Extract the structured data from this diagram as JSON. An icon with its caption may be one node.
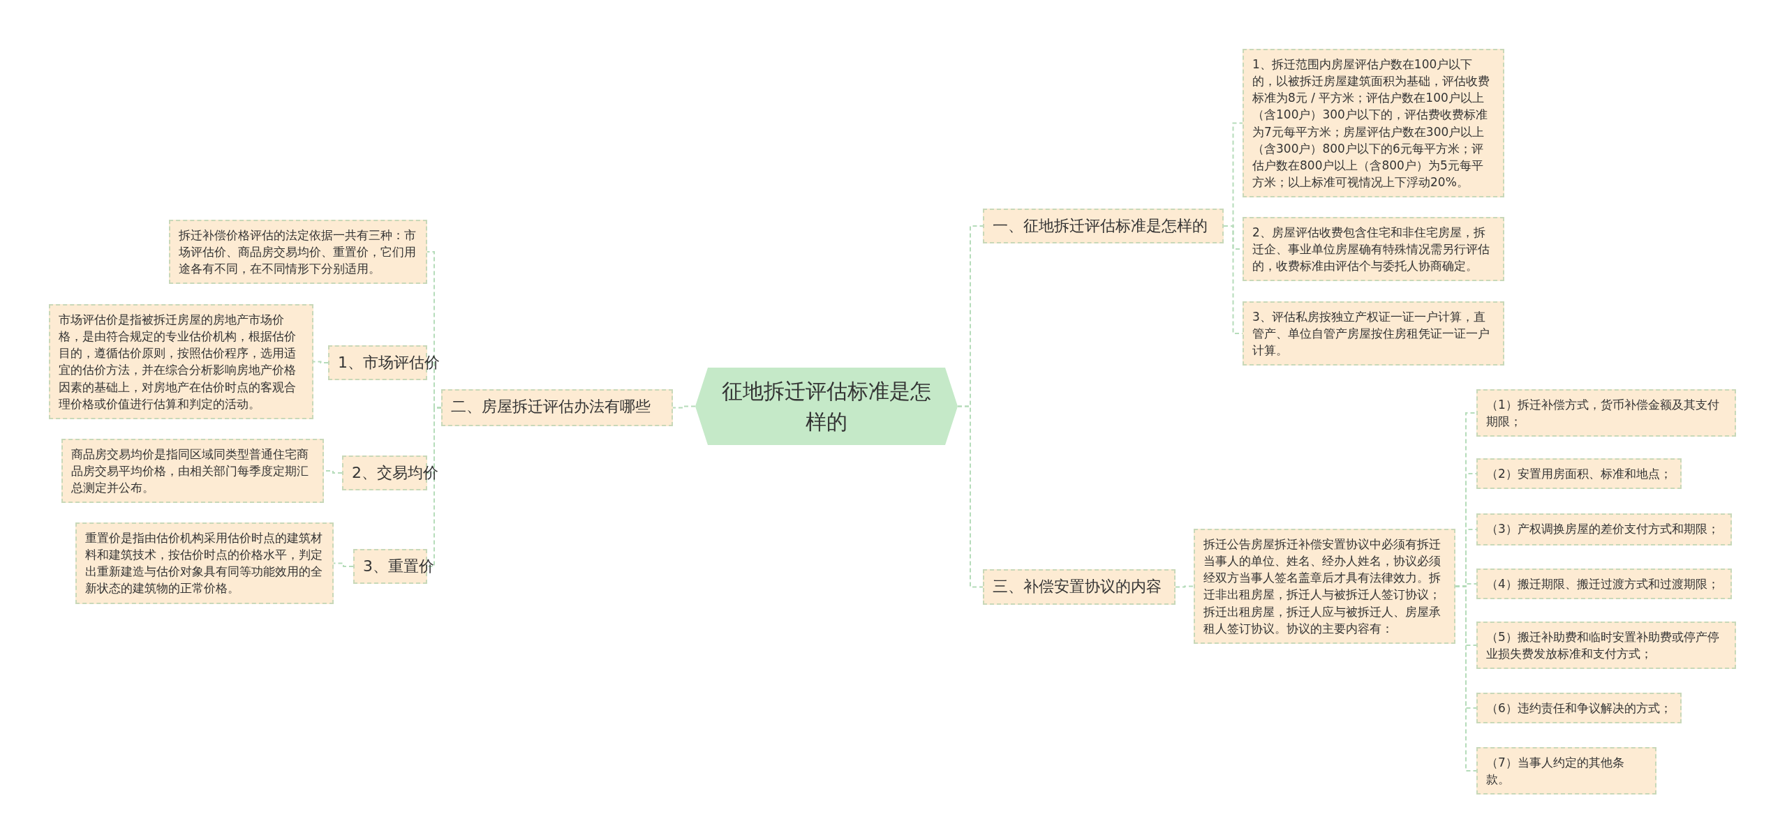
{
  "diagram": {
    "nodes": [
      {
        "text": [
          "征地拆迁评估标准是怎样的"
        ]
      },
      {
        "text": [
          "一、征地拆迁评估标准是怎样的"
        ]
      },
      {
        "text": [
          "1、拆迁范围内房屋评估户数在100户以下的，以被拆迁房屋建筑面积为基础，评估收费标准为8元 / 平方米；评估户数在100户以上（含100户）300户以下的，评估费收费标准为7元每平方米；房屋评估户数在300户以上（含300户）800户以下的6元每平方米；评估户数在800户以上（含800户）为5元每平方米；以上标准可视情况上下浮动20%。"
        ]
      },
      {
        "text": [
          "2、房屋评估收费包含住宅和非住宅房屋，拆迁企、事业单位房屋确有特殊情况需另行评估的，收费标准由评估个与委托人协商确定。"
        ]
      },
      {
        "text": [
          "3、评估私房按独立产权证一证一户计算，直管产、单位自管产房屋按住房租凭证一证一户计算。"
        ]
      },
      {
        "text": [
          "二、房屋拆迁评估办法有哪些"
        ]
      },
      {
        "text": [
          "拆迁补偿价格评估的法定依据一共有三种：市场评估价、商品房交易均价、重置价，它们用途各有不同，在不同情形下分别适用。"
        ]
      },
      {
        "text": [
          "1、市场评估价"
        ]
      },
      {
        "text": [
          "市场评估价是指被拆迁房屋的房地产市场价格，是由符合规定的专业估价机构，根据估价目的，遵循估价原则，按照估价程序，选用适宜的估价方法，并在综合分析影响房地产价格因素的基础上，对房地产在估价时点的客观合理价格或价值进行估算和判定的活动。"
        ]
      },
      {
        "text": [
          "2、交易均价"
        ]
      },
      {
        "text": [
          "商品房交易均价是指同区域同类型普通住宅商品房交易平均价格，由相关部门每季度定期汇总测定并公布。"
        ]
      },
      {
        "text": [
          "3、重置价"
        ]
      },
      {
        "text": [
          "重置价是指由估价机构采用估价时点的建筑材料和建筑技术，按估价时点的价格水平，判定出重新建造与估价对象具有同等功能效用的全新状态的建筑物的正常价格。"
        ]
      },
      {
        "text": [
          "三、补偿安置协议的内容"
        ]
      },
      {
        "text": [
          "拆迁公告房屋拆迁补偿安置协议中必须有拆迁当事人的单位、姓名、经办人姓名，协议必须经双方当事人签名盖章后才具有法律效力。拆迁非出租房屋，拆迁人与被拆迁人签订协议；拆迁出租房屋，拆迁人应与被拆迁人、房屋承租人签订协议。协议的主要内容有："
        ]
      },
      {
        "text": [
          "（1）拆迁补偿方式，货币补偿金额及其支付期限；"
        ]
      },
      {
        "text": [
          "（2）安置用房面积、标准和地点；"
        ]
      },
      {
        "text": [
          "（3）产权调换房屋的差价支付方式和期限；"
        ]
      },
      {
        "text": [
          "（4）搬迁期限、搬迁过渡方式和过渡期限；"
        ]
      },
      {
        "text": [
          "（5）搬迁补助费和临时安置补助费或停产停业损失费发放标准和支付方式；"
        ]
      },
      {
        "text": [
          "（6）违约责任和争议解决的方式；"
        ]
      },
      {
        "text": [
          "（7）当事人约定的其他条款。"
        ]
      }
    ],
    "edges": [
      {
        "from": 0,
        "to": 1,
        "arrow": "none"
      },
      {
        "from": 0,
        "to": 5,
        "arrow": "none"
      },
      {
        "from": 0,
        "to": 13,
        "arrow": "none"
      },
      {
        "from": 1,
        "to": 2,
        "arrow": "none"
      },
      {
        "from": 1,
        "to": 3,
        "arrow": "none"
      },
      {
        "from": 1,
        "to": 4,
        "arrow": "none"
      },
      {
        "from": 5,
        "to": 6,
        "arrow": "none"
      },
      {
        "from": 5,
        "to": 7,
        "arrow": "none"
      },
      {
        "from": 5,
        "to": 9,
        "arrow": "none"
      },
      {
        "from": 5,
        "to": 11,
        "arrow": "none"
      },
      {
        "from": 7,
        "to": 8,
        "arrow": "none"
      },
      {
        "from": 9,
        "to": 10,
        "arrow": "none"
      },
      {
        "from": 11,
        "to": 12,
        "arrow": "none"
      },
      {
        "from": 13,
        "to": 14,
        "arrow": "none"
      },
      {
        "from": 14,
        "to": 15,
        "arrow": "none"
      },
      {
        "from": 14,
        "to": 16,
        "arrow": "none"
      },
      {
        "from": 14,
        "to": 17,
        "arrow": "none"
      },
      {
        "from": 14,
        "to": 18,
        "arrow": "none"
      },
      {
        "from": 14,
        "to": 19,
        "arrow": "none"
      },
      {
        "from": 14,
        "to": 20,
        "arrow": "none"
      },
      {
        "from": 14,
        "to": 21,
        "arrow": "none"
      }
    ]
  }
}
